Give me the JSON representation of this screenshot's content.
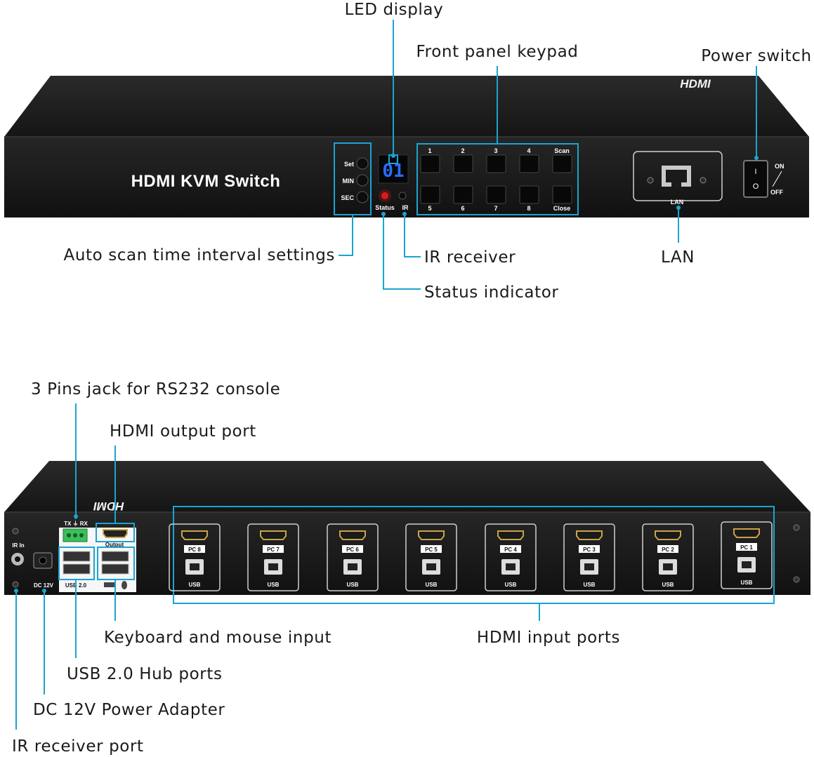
{
  "front": {
    "device_title": "HDMI KVM Switch",
    "logo_text": "HDMI",
    "scan_buttons": [
      "Set",
      "MIN",
      "SEC"
    ],
    "led_display_value": "01",
    "status_label": "Status",
    "ir_label": "IR",
    "keys_top": [
      "1",
      "2",
      "3",
      "4",
      "Scan"
    ],
    "keys_bottom": [
      "5",
      "6",
      "7",
      "8",
      "Close"
    ],
    "lan_label": "LAN",
    "switch_on": "ON",
    "switch_off": "OFF",
    "callouts": {
      "led_display": "LED display",
      "front_keypad": "Front panel keypad",
      "power_switch": "Power switch",
      "auto_scan": "Auto scan time interval settings",
      "ir_receiver": "IR receiver",
      "lan": "LAN",
      "status_indicator": "Status indicator"
    }
  },
  "rear": {
    "ir_in_label": "IR In",
    "dc_label": "DC 12V",
    "txrx_label": "TX ⏚ RX",
    "output_label": "Output",
    "usb20_label": "USB 2.0",
    "logo_text": "HDMI",
    "pc_ports": [
      "PC 8",
      "PC 7",
      "PC 6",
      "PC 5",
      "PC 4",
      "PC 3",
      "PC 2",
      "PC 1"
    ],
    "usb_label": "USB",
    "callouts": {
      "rs232": "3 Pins jack for RS232 console",
      "hdmi_output": "HDMI output port",
      "kbd_mouse": "Keyboard and mouse input",
      "usb_hub": "USB 2.0 Hub ports",
      "dc_power": "DC 12V Power Adapter",
      "ir_port": "IR receiver port",
      "hdmi_inputs": "HDMI input ports"
    }
  },
  "colors": {
    "accent": "#1aa4d1",
    "chassis": "#1c1c1c",
    "led": "#2a6cff",
    "status_led": "#e01818"
  }
}
